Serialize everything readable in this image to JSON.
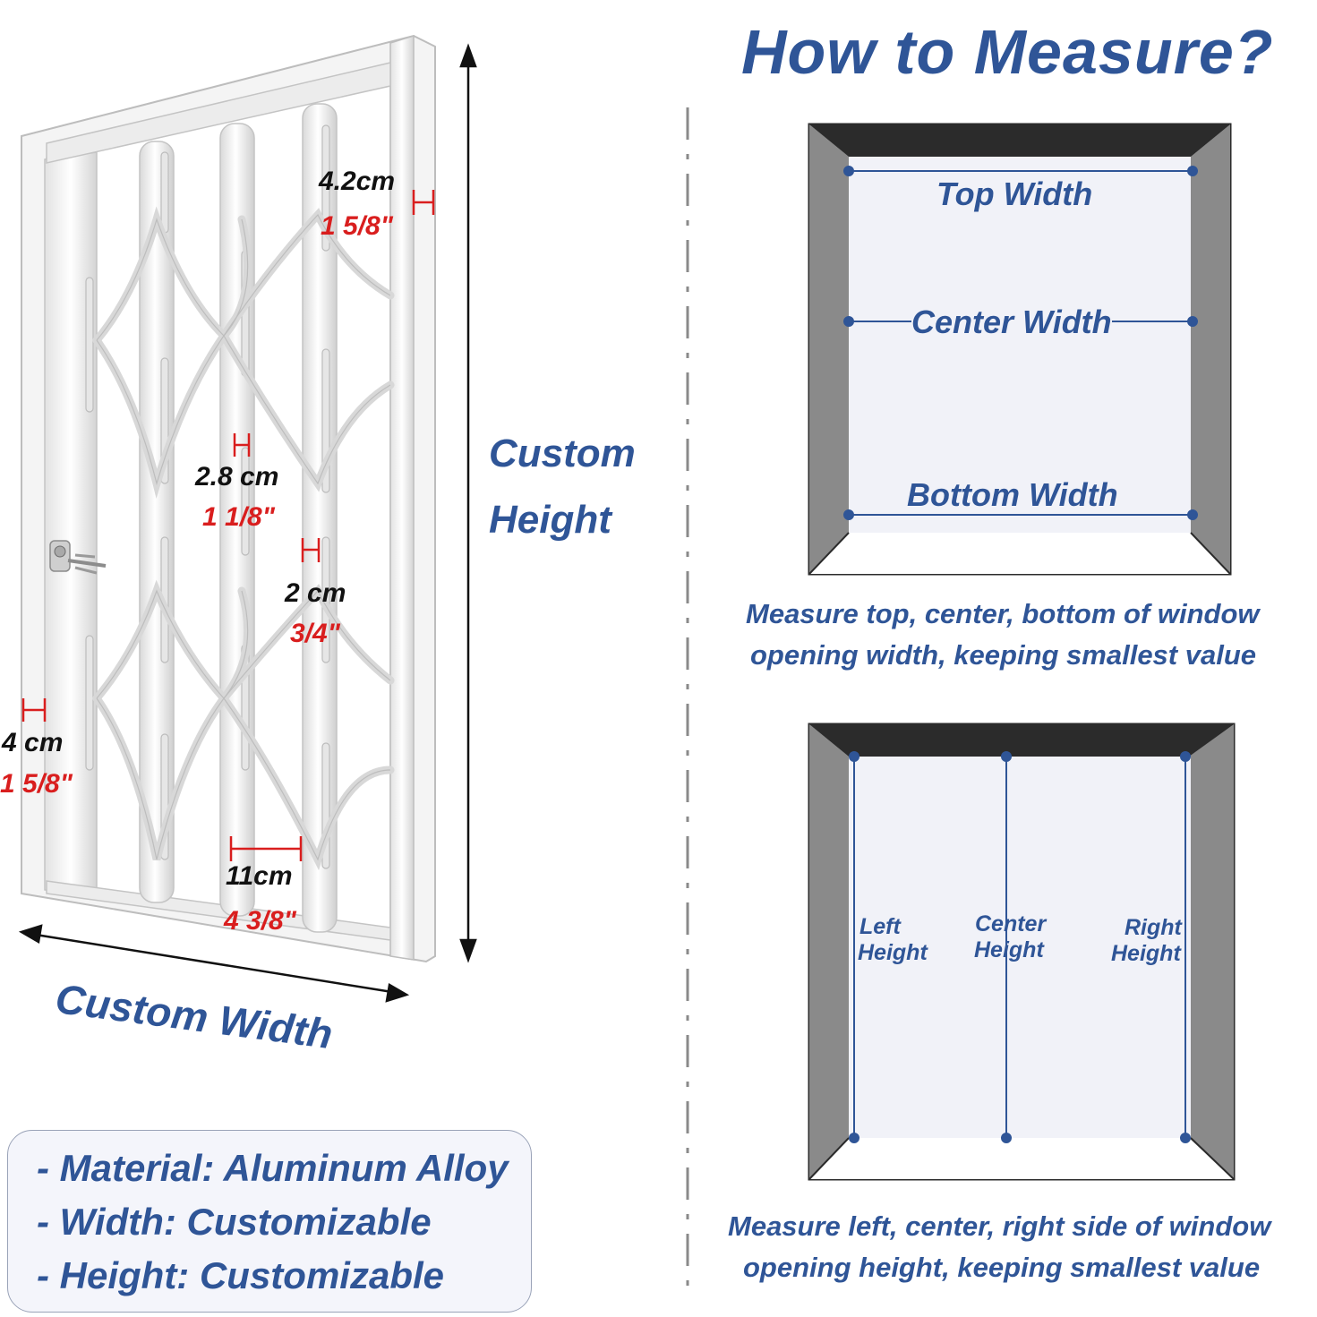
{
  "title": "How to Measure?",
  "product": {
    "custom_height": [
      "Custom",
      "Height"
    ],
    "custom_width": "Custom Width",
    "measurements": [
      {
        "cm": "4.2cm",
        "inch": "1 5/8\""
      },
      {
        "cm": "2.8 cm",
        "inch": "1 1/8\""
      },
      {
        "cm": "2 cm",
        "inch": "3/4\""
      },
      {
        "cm": "4 cm",
        "inch": "1 5/8\""
      },
      {
        "cm": "11cm",
        "inch": "4 3/8\""
      }
    ]
  },
  "specs": [
    "- Material: Aluminum Alloy",
    "- Width: Customizable",
    "- Height: Customizable"
  ],
  "width_guide": {
    "labels": [
      "Top Width",
      "Center Width",
      "Bottom Width"
    ],
    "caption": [
      "Measure top, center, bottom of window",
      "opening width, keeping smallest value"
    ]
  },
  "height_guide": {
    "left": [
      "Left",
      "Height"
    ],
    "center": [
      "Center",
      "Height"
    ],
    "right": [
      "Right",
      "Height"
    ],
    "caption": [
      "Measure left, center, right side of window",
      "opening height, keeping smallest value"
    ]
  },
  "colors": {
    "accent_blue": "#2f5597",
    "dimension_red": "#d91e1e",
    "frame_dark": "#2b2b2b",
    "frame_gray": "#8a8a8a",
    "opening_fill": "#f1f2f8"
  }
}
